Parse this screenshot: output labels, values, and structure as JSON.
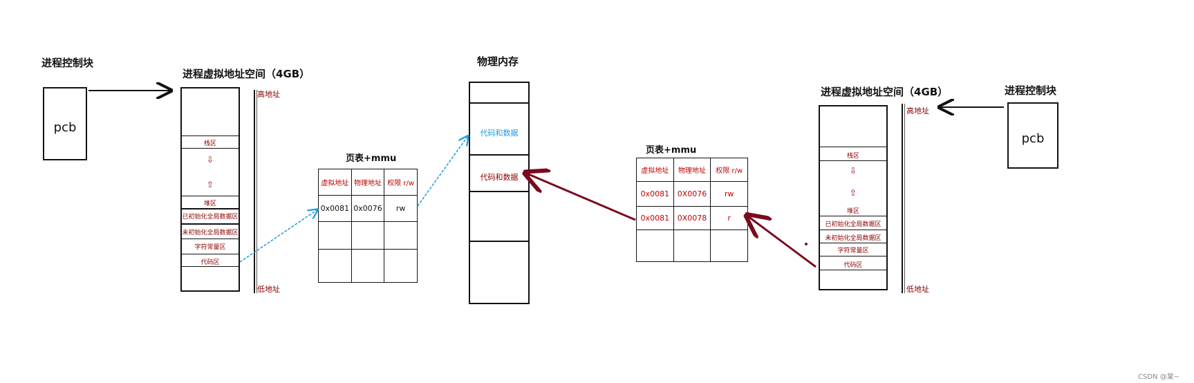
{
  "left": {
    "pcb_title": "进程控制块",
    "pcb_label": "pcb",
    "vas_title": "进程虚拟地址空间（4GB）",
    "high_addr": "高地址",
    "low_addr": "低地址",
    "segments": [
      "栈区",
      "⇩",
      "⇧",
      "堆区",
      "已初始化全局数据区",
      "未初始化全局数据区",
      "字符常量区",
      "代码区"
    ],
    "page_table": {
      "title": "页表+mmu",
      "headers": [
        "虚拟地址",
        "物理地址",
        "权限 r/w"
      ],
      "rows": [
        [
          "0x0081",
          "0x0076",
          "rw"
        ],
        [
          "",
          "",
          ""
        ],
        [
          "",
          "",
          ""
        ]
      ]
    }
  },
  "memory": {
    "title": "物理内存",
    "block1": "代码和数据",
    "block2": "代码和数据"
  },
  "right": {
    "pcb_title": "进程控制块",
    "pcb_label": "pcb",
    "vas_title": "进程虚拟地址空间（4GB）",
    "high_addr": "高地址",
    "low_addr": "低地址",
    "segments": [
      "栈区",
      "⇩",
      "⇧",
      "堆区",
      "已初始化全局数据区",
      "未初始化全局数据区",
      "字符常量区",
      "代码区"
    ],
    "page_table": {
      "title": "页表+mmu",
      "headers": [
        "虚拟地址",
        "物理地址",
        "权限 r/w"
      ],
      "rows": [
        [
          "0x0081",
          "0X0076",
          "rw"
        ],
        [
          "0x0081",
          "0X0078",
          "r"
        ],
        [
          "",
          "",
          ""
        ]
      ]
    }
  },
  "watermark": "CSDN @棠~",
  "colors": {
    "blue_arrow": "#1a9bdc",
    "red_arrow": "#7a0a1e",
    "text_red": "#c00000"
  }
}
